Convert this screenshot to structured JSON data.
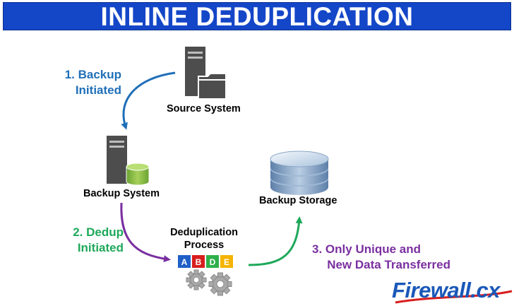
{
  "title": "INLINE DEDUPLICATION",
  "nodes": {
    "source": "Source System",
    "backup_system": "Backup System",
    "backup_storage": "Backup Storage",
    "dedup_process_line1": "Deduplication",
    "dedup_process_line2": "Process"
  },
  "steps": {
    "step1_line1": "1. Backup",
    "step1_line2": "Initiated",
    "step2_line1": "2. Dedup",
    "step2_line2": "Initiated",
    "step3_line1": "3. Only Unique and",
    "step3_line2": "New Data Transferred"
  },
  "blocks": [
    {
      "letter": "A",
      "color": "#1f5fc8"
    },
    {
      "letter": "B",
      "color": "#d81e1e"
    },
    {
      "letter": "D",
      "color": "#2fb04a"
    },
    {
      "letter": "E",
      "color": "#f4b400"
    }
  ],
  "logo": "Firewall.cx",
  "colors": {
    "banner": "#1446c8",
    "step1": "#1f6fb8",
    "step2": "#1ea85a",
    "step3": "#7a2fa0"
  }
}
